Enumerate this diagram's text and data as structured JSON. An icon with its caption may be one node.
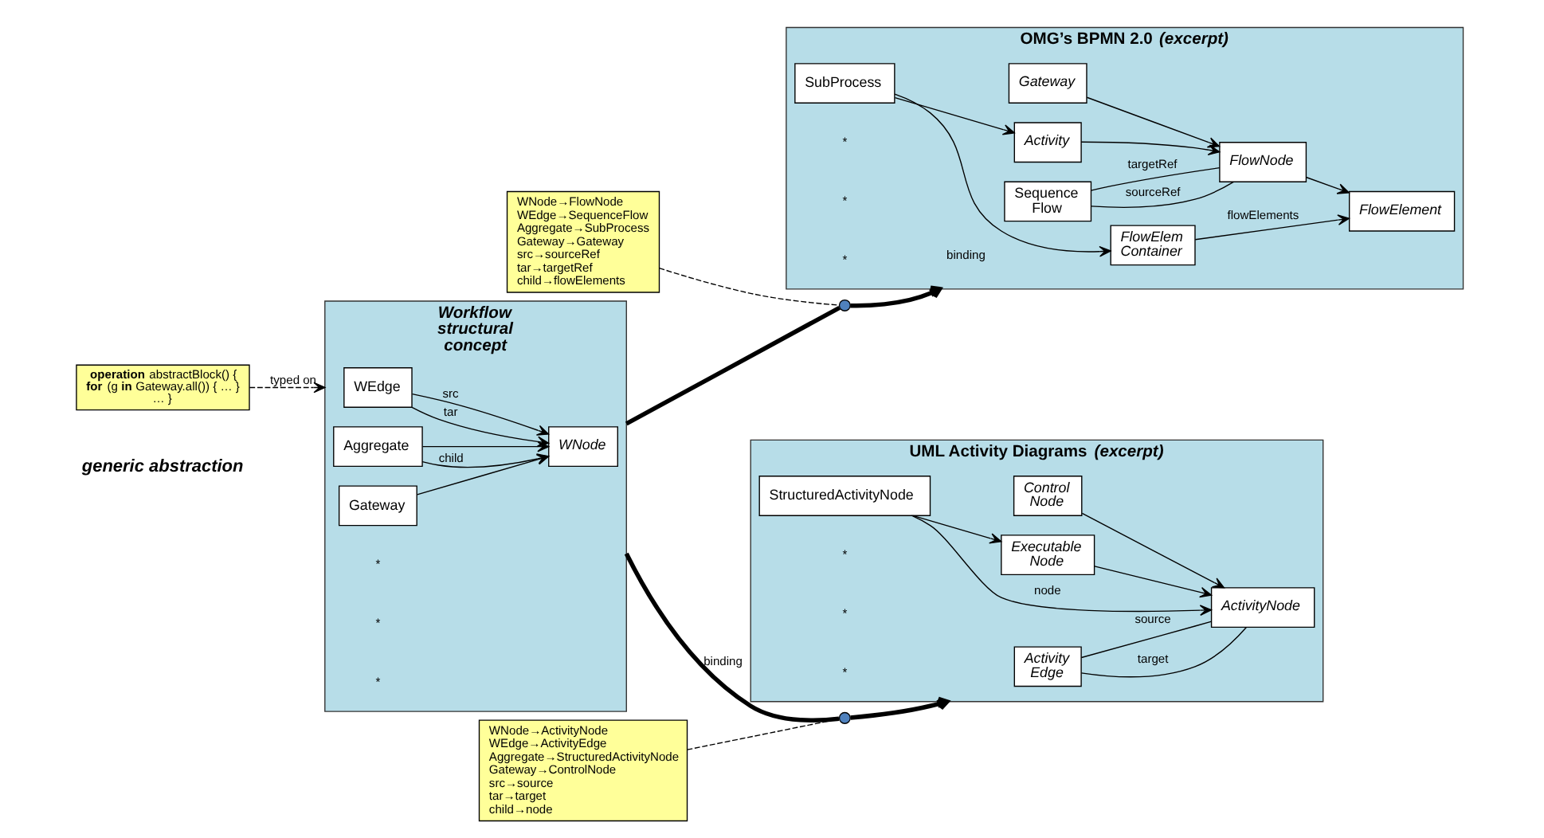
{
  "diagram": {
    "nodes": [
      {
        "text": [
          "Workflow structural concept"
        ]
      },
      {
        "text": [
          "WNode"
        ],
        "in": 0
      },
      {
        "text": [
          "WEdge"
        ],
        "in": 0
      },
      {
        "text": [
          "Aggregate"
        ],
        "in": 0
      },
      {
        "text": [
          "Gateway"
        ],
        "in": 0
      },
      {
        "text": [
          "**operation** abstractBlock() { **for** (g **in** Gateway.all()) { … } … }"
        ],
        "beside": [
          "generic abstraction"
        ]
      },
      {
        "text": [
          "OMG’s BPMN 2.0 *(excerpt)*"
        ]
      },
      {
        "text": [
          "FlowElement"
        ],
        "in": 6
      },
      {
        "text": [
          "FlowNode"
        ],
        "in": 6
      },
      {
        "text": [
          "FlowElem Container"
        ],
        "in": 6
      },
      {
        "text": [
          "Activity"
        ],
        "in": 6
      },
      {
        "text": [
          "Gateway"
        ],
        "in": 6
      },
      {
        "text": [
          "Sequence Flow"
        ],
        "in": 6
      },
      {
        "text": [
          "SubProcess"
        ],
        "in": 6
      },
      {
        "text": [
          "UML Activity Diagrams *(excerpt)*"
        ]
      },
      {
        "text": [
          "ActivityNode"
        ],
        "in": 14
      },
      {
        "text": [
          "Executable Node"
        ],
        "in": 14
      },
      {
        "text": [
          "Control Node"
        ],
        "in": 14
      },
      {
        "text": [
          "Activity Edge"
        ],
        "in": 14
      },
      {
        "text": [
          "StructuredActivityNode"
        ],
        "in": 14
      },
      {
        "text": [
          "WNode→FlowNode",
          "WEdge→SequenceFlow",
          "Aggregate→SubProcess",
          "Gateway→Gateway",
          "src→sourceRef",
          "tar→targetRef",
          "child→flowElements"
        ]
      },
      {
        "text": [],
        "shape": "circle"
      },
      {
        "text": [
          "WNode→ActivityNode",
          "WEdge→ActivityEdge",
          "Aggregate→StructuredActivityNode",
          "Gateway→ControlNode",
          "src→source",
          "tar→target",
          "child→node"
        ]
      },
      {
        "text": [],
        "shape": "circle"
      }
    ],
    "edges": [
      {
        "from": 2,
        "to": 1,
        "arrow": "to",
        "label": "tar"
      },
      {
        "from": 2,
        "to": 1,
        "arrow": "to",
        "label": "src"
      },
      {
        "from": 3,
        "to": 1,
        "arrow": "to",
        "label": "child"
      },
      {
        "from": 3,
        "to": 1,
        "arrow": "to"
      },
      {
        "from": 4,
        "to": 1,
        "arrow": "to"
      },
      {
        "from": 5,
        "to": 0,
        "arrow": "to",
        "label": "typed on",
        "style": "dashed"
      },
      {
        "from": 0,
        "to": 21,
        "arrow": "none",
        "style": "thick"
      },
      {
        "from": 21,
        "to": 6,
        "arrow": "to",
        "label": "binding",
        "style": "thick"
      },
      {
        "from": 20,
        "to": 21,
        "arrow": "none",
        "style": "dashed"
      },
      {
        "from": 0,
        "to": 23,
        "arrow": "none",
        "label": "binding",
        "style": "thick"
      },
      {
        "from": 23,
        "to": 14,
        "arrow": "to",
        "style": "thick"
      },
      {
        "from": 22,
        "to": 23,
        "arrow": "none",
        "style": "dashed"
      },
      {
        "from": 9,
        "to": 7,
        "arrow": "to",
        "label": "flowElements"
      },
      {
        "from": 8,
        "to": 7,
        "arrow": "to"
      },
      {
        "from": 10,
        "to": 8,
        "arrow": "to"
      },
      {
        "from": 11,
        "to": 8,
        "arrow": "to"
      },
      {
        "from": 13,
        "to": 9,
        "arrow": "to"
      },
      {
        "from": 13,
        "to": 10,
        "arrow": "to"
      },
      {
        "from": 12,
        "to": 8,
        "arrow": "none",
        "label": "sourceRef"
      },
      {
        "from": 12,
        "to": 8,
        "arrow": "none",
        "label": "targetRef"
      },
      {
        "from": 19,
        "to": 15,
        "arrow": "to",
        "label": "node"
      },
      {
        "from": 16,
        "to": 15,
        "arrow": "to"
      },
      {
        "from": 17,
        "to": 15,
        "arrow": "to"
      },
      {
        "from": 19,
        "to": 16,
        "arrow": "to"
      },
      {
        "from": 18,
        "to": 15,
        "arrow": "none",
        "label": "source"
      },
      {
        "from": 18,
        "to": 15,
        "arrow": "none",
        "label": "target"
      }
    ],
    "labels": [
      "*",
      "*",
      "*",
      "*",
      "*",
      "*",
      "*",
      "*",
      "*"
    ]
  }
}
